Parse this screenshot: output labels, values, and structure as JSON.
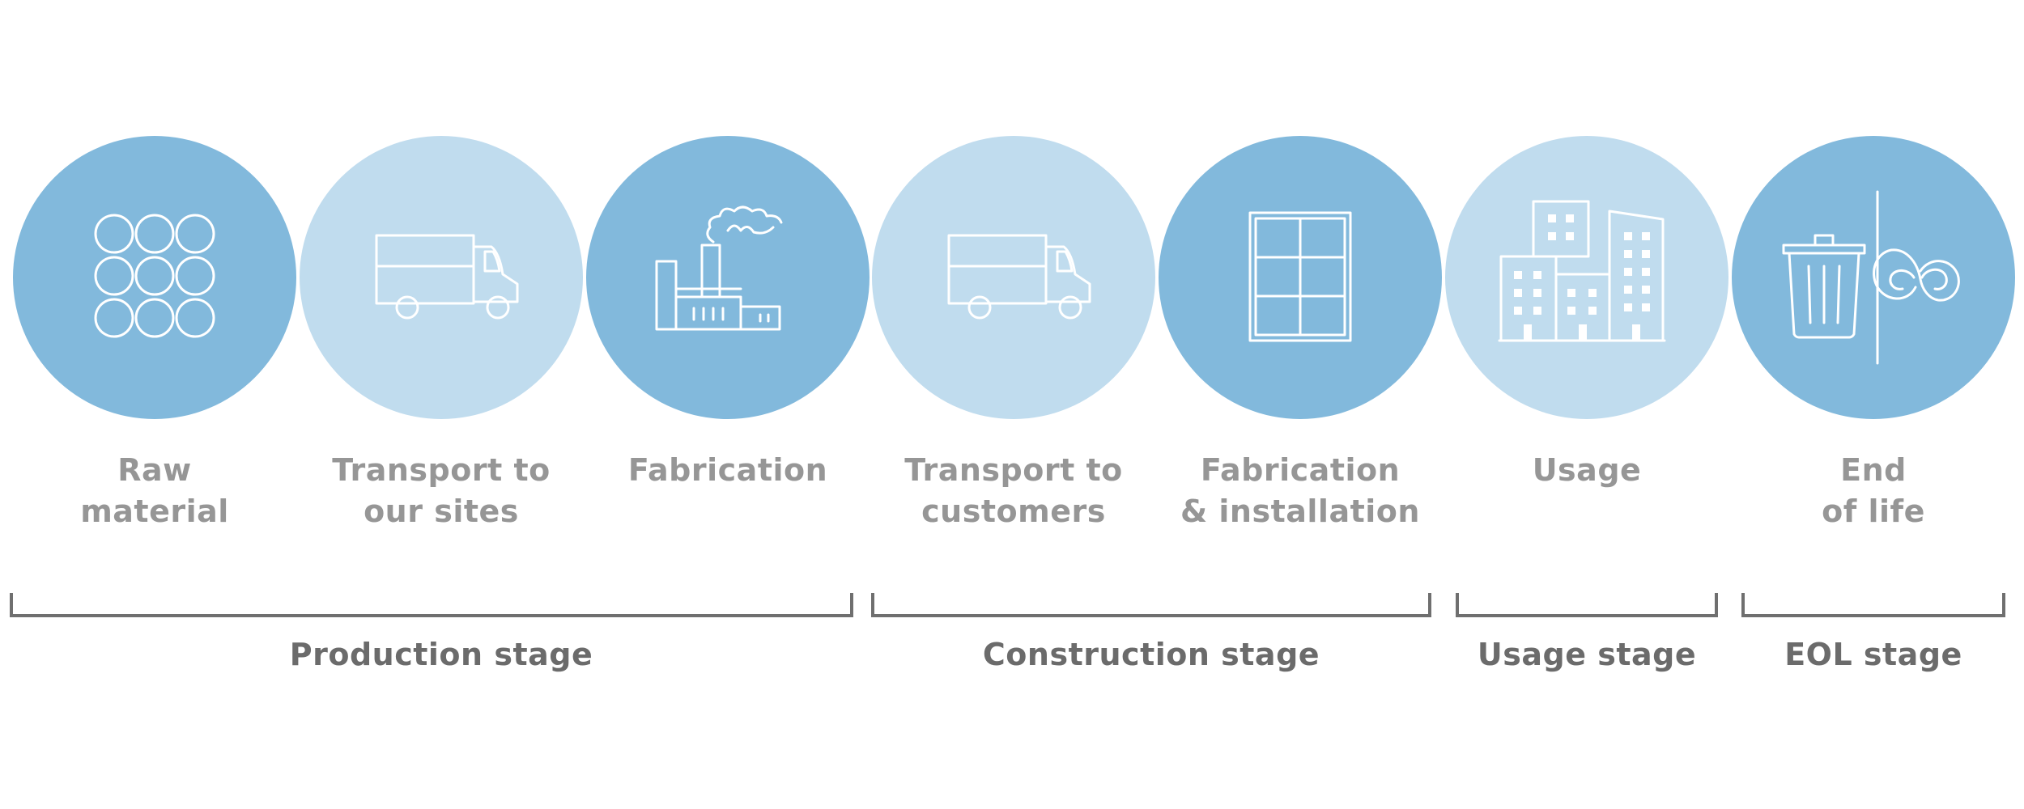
{
  "colors": {
    "dark_circle": "#82b9dc",
    "light_circle": "#c0dcee",
    "icon": "#ffffff",
    "label": "#969696",
    "group_label": "#6b6b6b",
    "bracket": "#6f6f6f"
  },
  "stages": [
    {
      "label": "Raw\nmaterial",
      "icon": "raw-material-icon",
      "shade": "dark"
    },
    {
      "label": "Transport to\nour sites",
      "icon": "truck-icon",
      "shade": "light"
    },
    {
      "label": "Fabrication",
      "icon": "factory-icon",
      "shade": "dark"
    },
    {
      "label": "Transport to\ncustomers",
      "icon": "truck-icon",
      "shade": "light"
    },
    {
      "label": "Fabrication\n& installation",
      "icon": "window-icon",
      "shade": "dark"
    },
    {
      "label": "Usage",
      "icon": "buildings-icon",
      "shade": "light"
    },
    {
      "label": "End\nof life",
      "icon": "trash-recycle-icon",
      "shade": "dark"
    }
  ],
  "groups": [
    {
      "label": "Production stage"
    },
    {
      "label": "Construction stage"
    },
    {
      "label": "Usage stage"
    },
    {
      "label": "EOL stage"
    }
  ]
}
